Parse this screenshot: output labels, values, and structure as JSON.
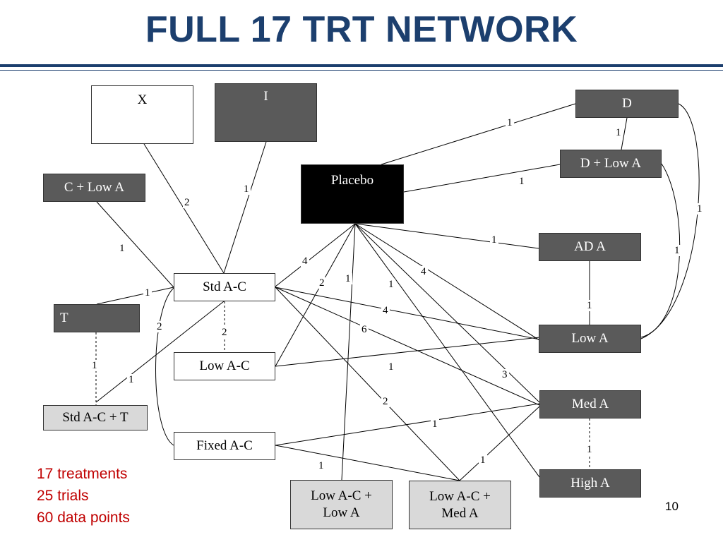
{
  "title": "FULL 17 TRT NETWORK",
  "nodes": {
    "x": "X",
    "i": "I",
    "d": "D",
    "d_low_a": "D + Low A",
    "c_low_a": "C + Low A",
    "placebo": "Placebo",
    "ad_a": "AD A",
    "std_ac": "Std A-C",
    "t": "T",
    "low_a": "Low A",
    "low_ac": "Low A-C",
    "med_a": "Med A",
    "std_ac_t": "Std A-C + T",
    "fixed_ac": "Fixed A-C",
    "high_a": "High A",
    "low_ac_low_a_line1": "Low A-C +",
    "low_ac_low_a_line2": "Low A",
    "low_ac_med_a_line1": "Low A-C +",
    "low_ac_med_a_line2": "Med A"
  },
  "edge_labels": {
    "placebo_d": "1",
    "d_dlowa": "1",
    "placebo_dlowa": "1",
    "d_lowa": "1",
    "dlowa_lowa": "1",
    "x_stdac": "2",
    "i_stdac": "1",
    "clowa_stdac": "1",
    "placebo_ada": "1",
    "placebo_stdac": "4",
    "placebo_mcat": "4",
    "placebo_lowac": "2",
    "placebo_lacla": "1",
    "placebo_higha": "1",
    "t_stdac": "1",
    "stdac_lowa": "4",
    "ada_lowa": "1",
    "stdac_meda": "6",
    "stdac_fixedac": "2",
    "stdac_lowac": "2",
    "t_stdact": "1",
    "lowac_lowa": "1",
    "stdact_stdac": "1",
    "placebo_meda": "3",
    "stdac_lacma": "2",
    "fixedac_meda": "1",
    "meda_higha": "1",
    "fixedac_lacma": "1",
    "meda_lacma": "1"
  },
  "summary": [
    "17 treatments",
    "25 trials",
    "60 data points"
  ],
  "page_number": "10",
  "colors": {
    "title": "#1c3f6e",
    "dark_node": "#5a5a5a",
    "light_node": "#d9d9d9",
    "summary": "#c00000"
  }
}
